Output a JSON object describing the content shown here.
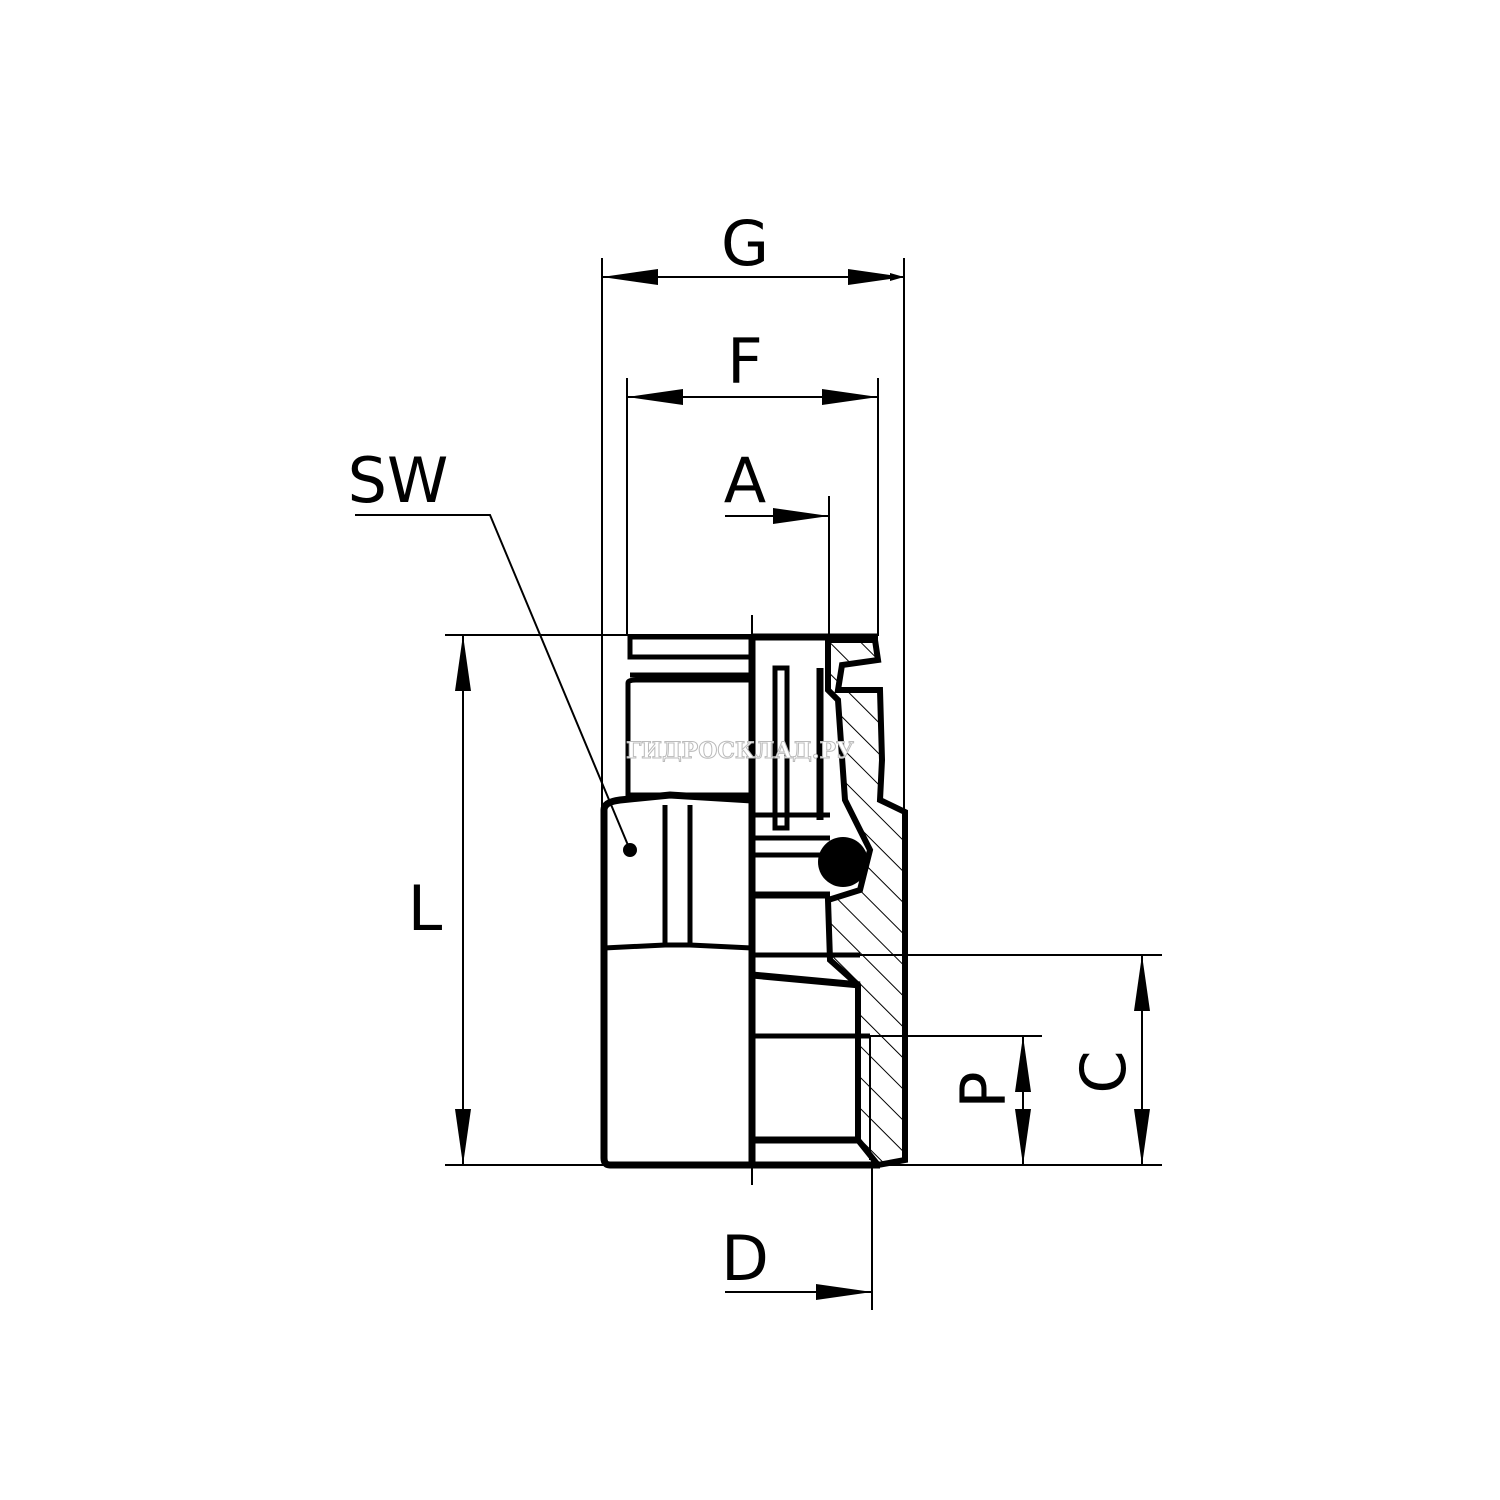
{
  "drawing": {
    "title": "Push-in fitting, female thread — dimension drawing",
    "labels": {
      "G": "G",
      "F": "F",
      "A": "A",
      "SW": "SW",
      "L": "L",
      "D": "D",
      "P": "P",
      "C": "C"
    },
    "watermark": "ГИДРОСКЛАД.РУ",
    "colors": {
      "line": "#000000",
      "background": "#ffffff",
      "watermark": "#bbbbbb"
    }
  }
}
